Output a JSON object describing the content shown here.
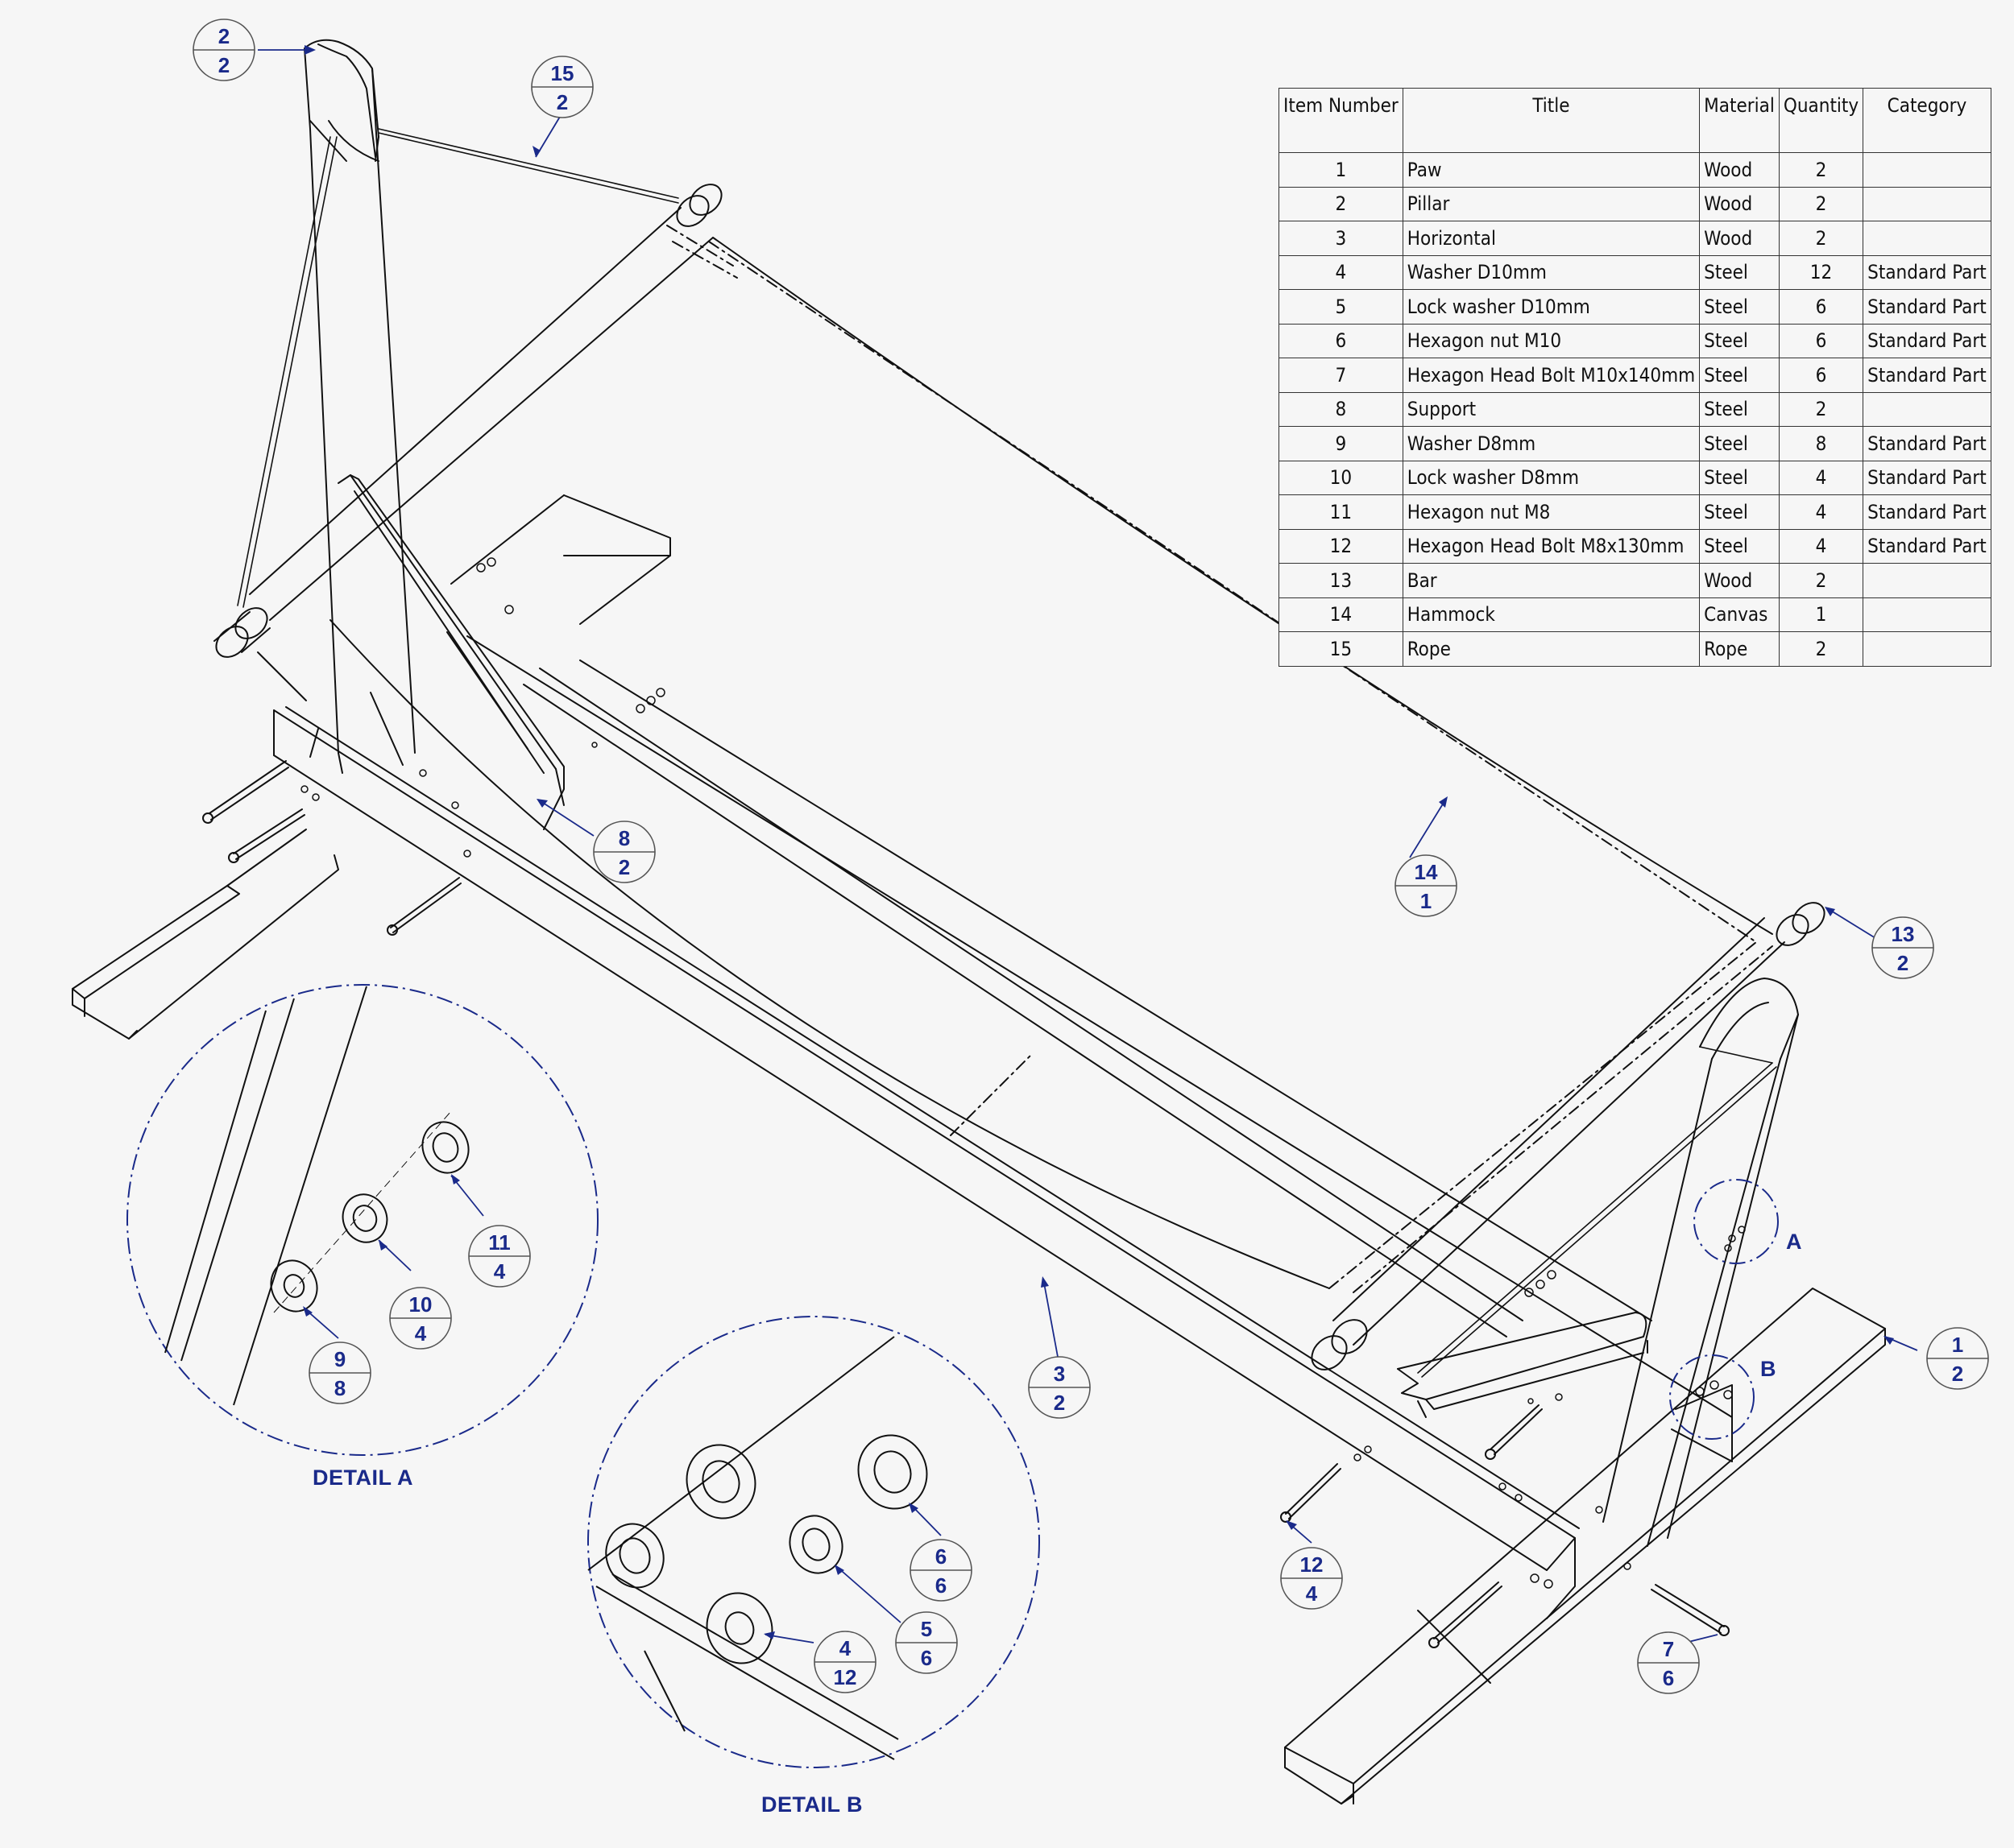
{
  "bom": {
    "headers": [
      "Item Number",
      "Title",
      "Material",
      "Quantity",
      "Category"
    ],
    "rows": [
      {
        "num": "1",
        "title": "Paw",
        "material": "Wood",
        "qty": "2",
        "category": ""
      },
      {
        "num": "2",
        "title": "Pillar",
        "material": "Wood",
        "qty": "2",
        "category": ""
      },
      {
        "num": "3",
        "title": "Horizontal",
        "material": "Wood",
        "qty": "2",
        "category": ""
      },
      {
        "num": "4",
        "title": "Washer D10mm",
        "material": "Steel",
        "qty": "12",
        "category": "Standard Part"
      },
      {
        "num": "5",
        "title": "Lock washer D10mm",
        "material": "Steel",
        "qty": "6",
        "category": "Standard Part"
      },
      {
        "num": "6",
        "title": "Hexagon nut M10",
        "material": "Steel",
        "qty": "6",
        "category": "Standard Part"
      },
      {
        "num": "7",
        "title": "Hexagon Head Bolt M10x140mm",
        "material": "Steel",
        "qty": "6",
        "category": "Standard Part"
      },
      {
        "num": "8",
        "title": "Support",
        "material": "Steel",
        "qty": "2",
        "category": ""
      },
      {
        "num": "9",
        "title": "Washer D8mm",
        "material": "Steel",
        "qty": "8",
        "category": "Standard Part"
      },
      {
        "num": "10",
        "title": "Lock washer D8mm",
        "material": "Steel",
        "qty": "4",
        "category": "Standard Part"
      },
      {
        "num": "11",
        "title": "Hexagon nut M8",
        "material": "Steel",
        "qty": "4",
        "category": "Standard Part"
      },
      {
        "num": "12",
        "title": "Hexagon Head Bolt M8x130mm",
        "material": "Steel",
        "qty": "4",
        "category": "Standard Part"
      },
      {
        "num": "13",
        "title": "Bar",
        "material": "Wood",
        "qty": "2",
        "category": ""
      },
      {
        "num": "14",
        "title": "Hammock",
        "material": "Canvas",
        "qty": "1",
        "category": ""
      },
      {
        "num": "15",
        "title": "Rope",
        "material": "Rope",
        "qty": "2",
        "category": ""
      }
    ]
  },
  "balloons": [
    {
      "item": "2",
      "qty": "2"
    },
    {
      "item": "15",
      "qty": "2"
    },
    {
      "item": "8",
      "qty": "2"
    },
    {
      "item": "14",
      "qty": "1"
    },
    {
      "item": "13",
      "qty": "2"
    },
    {
      "item": "1",
      "qty": "2"
    },
    {
      "item": "3",
      "qty": "2"
    },
    {
      "item": "12",
      "qty": "4"
    },
    {
      "item": "7",
      "qty": "6"
    },
    {
      "item": "11",
      "qty": "4"
    },
    {
      "item": "10",
      "qty": "4"
    },
    {
      "item": "9",
      "qty": "8"
    },
    {
      "item": "6",
      "qty": "6"
    },
    {
      "item": "5",
      "qty": "6"
    },
    {
      "item": "4",
      "qty": "12"
    }
  ],
  "details": {
    "a_title": "DETAIL A",
    "b_title": "DETAIL B",
    "a_letter": "A",
    "b_letter": "B"
  },
  "colors": {
    "line": "#111111",
    "annotation": "#1a2a8a",
    "background": "#f6f6f6"
  }
}
